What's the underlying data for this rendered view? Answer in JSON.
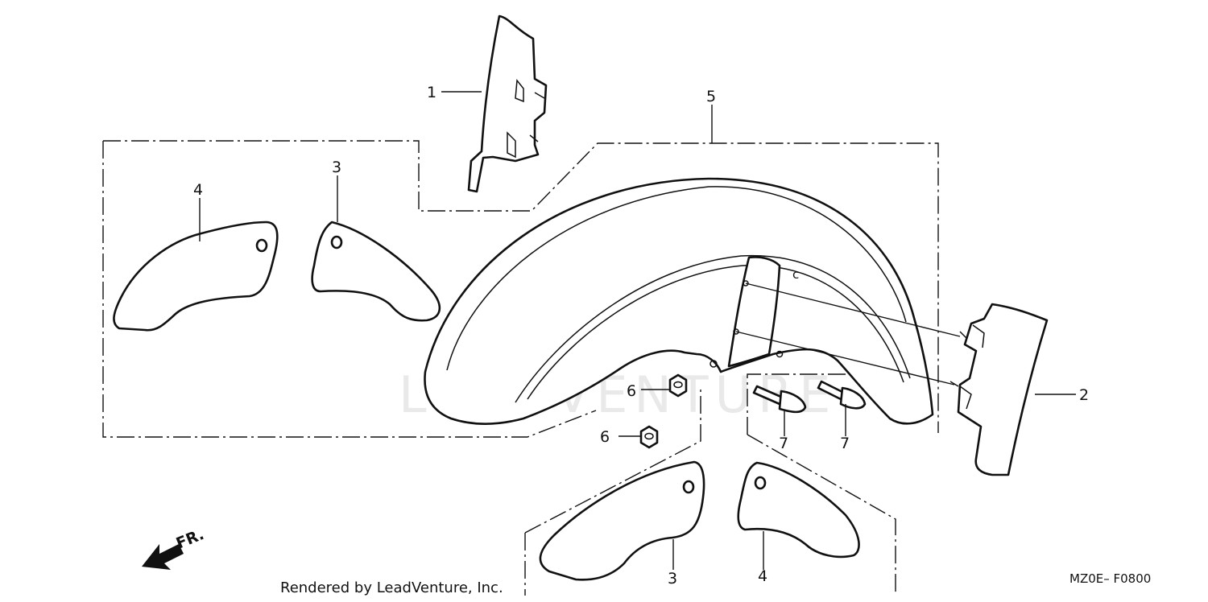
{
  "diagram": {
    "callouts": {
      "part1": "1",
      "part2": "2",
      "part3_top": "3",
      "part4_top": "4",
      "part5": "5",
      "part6_upper": "6",
      "part6_lower": "6",
      "part7_left": "7",
      "part7_right": "7",
      "part3_bottom": "3",
      "part4_bottom": "4"
    },
    "fr_arrow_label": "FR.",
    "footer_text": "Rendered by LeadVenture, Inc.",
    "drawing_code": "MZ0E– F0800",
    "watermark": "LEADVENTURE"
  }
}
